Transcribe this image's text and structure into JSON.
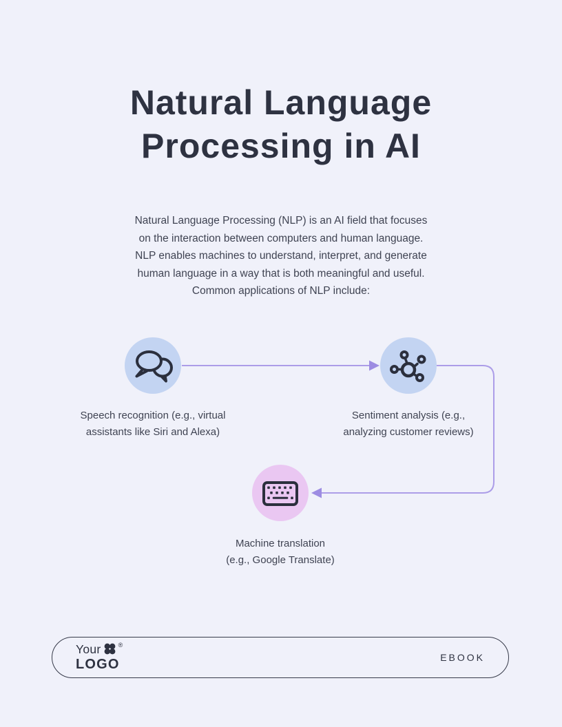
{
  "title": {
    "lines": [
      "Natural Language",
      "Processing in AI"
    ]
  },
  "intro": {
    "lines": [
      "Natural Language Processing (NLP) is an AI field that focuses",
      "on the interaction between computers and human language.",
      "NLP enables machines to understand, interpret, and generate",
      "human language in a way that is both meaningful and useful.",
      "Common applications of NLP include:"
    ]
  },
  "diagram": {
    "nodes": [
      {
        "icon": "chat-bubbles-icon",
        "circle_color": "#c3d4f2",
        "label_lines": [
          "Speech recognition (e.g., virtual",
          "assistants like Siri and Alexa)"
        ]
      },
      {
        "icon": "network-nodes-icon",
        "circle_color": "#c3d4f2",
        "label_lines": [
          "Sentiment analysis (e.g.,",
          "analyzing customer reviews)"
        ]
      },
      {
        "icon": "keyboard-icon",
        "circle_color": "#eac7f2",
        "label_lines": [
          "Machine translation",
          "(e.g., Google Translate)"
        ]
      }
    ]
  },
  "footer": {
    "logo": {
      "top": "Your",
      "bottom": "LOGO",
      "registered_mark": "®"
    },
    "badge": "EBOOK"
  },
  "colors": {
    "background": "#f0f1fa",
    "title_text": "#2e3241",
    "body_text": "#3f4352",
    "icon_stroke": "#2b2f3d",
    "connector": "#ac9de8",
    "connector_arrow": "#9d8ce2",
    "footer_border": "#363a49"
  }
}
